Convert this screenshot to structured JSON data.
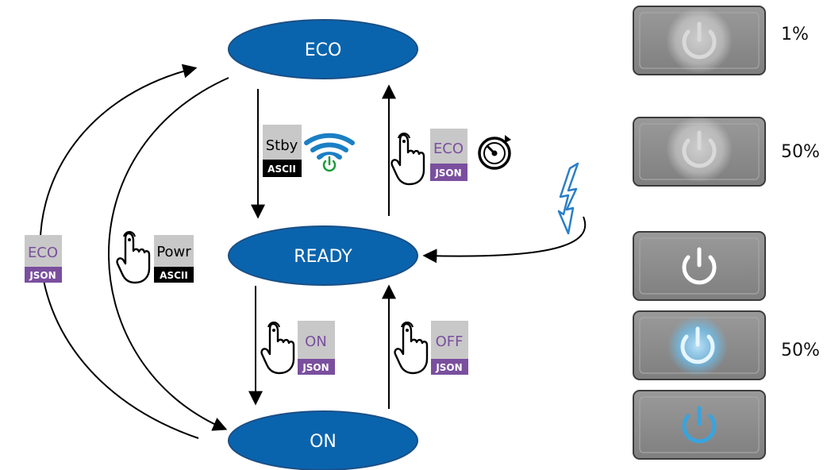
{
  "colors": {
    "state_fill": "#0a64ad",
    "state_stroke": "#1a4f86",
    "json_bg": "#7a4f9e",
    "ascii_bg": "#000000",
    "tag_top_bg": "#c8c8c8",
    "purple_text": "#7a4f9e",
    "wifi_blue": "#1b7fc4",
    "power_green": "#1a9d3a",
    "lightning_blue": "#2a7fc8",
    "button_gray": "#8a8a8a",
    "power_blue": "#3aa3dd"
  },
  "states": {
    "eco": "ECO",
    "ready": "READY",
    "on": "ON"
  },
  "transitions": {
    "eco_to_ready": {
      "top": "Stby",
      "bottom": "ASCII",
      "icons": [
        "wifi-icon",
        "power-icon"
      ]
    },
    "ready_to_eco": {
      "top": "ECO",
      "bottom": "JSON",
      "icons": [
        "hand-pointer-icon",
        "timer-icon"
      ]
    },
    "on_to_eco": {
      "top": "ECO",
      "bottom": "JSON"
    },
    "eco_to_on": {
      "top": "Powr",
      "bottom": "ASCII",
      "icons": [
        "hand-pointer-icon"
      ]
    },
    "ready_to_on": {
      "top": "ON",
      "bottom": "JSON",
      "icons": [
        "hand-pointer-icon"
      ]
    },
    "on_to_ready": {
      "top": "OFF",
      "bottom": "JSON",
      "icons": [
        "hand-pointer-icon"
      ]
    },
    "external_to_ready": {
      "icons": [
        "lightning-icon"
      ]
    }
  },
  "buttons": [
    {
      "label": "1%",
      "style": "faded-glow"
    },
    {
      "label": "50%",
      "style": "faded-glow"
    },
    {
      "label": "",
      "style": "white"
    },
    {
      "label": "50%",
      "style": "blue-glow"
    },
    {
      "label": "",
      "style": "blue"
    }
  ]
}
